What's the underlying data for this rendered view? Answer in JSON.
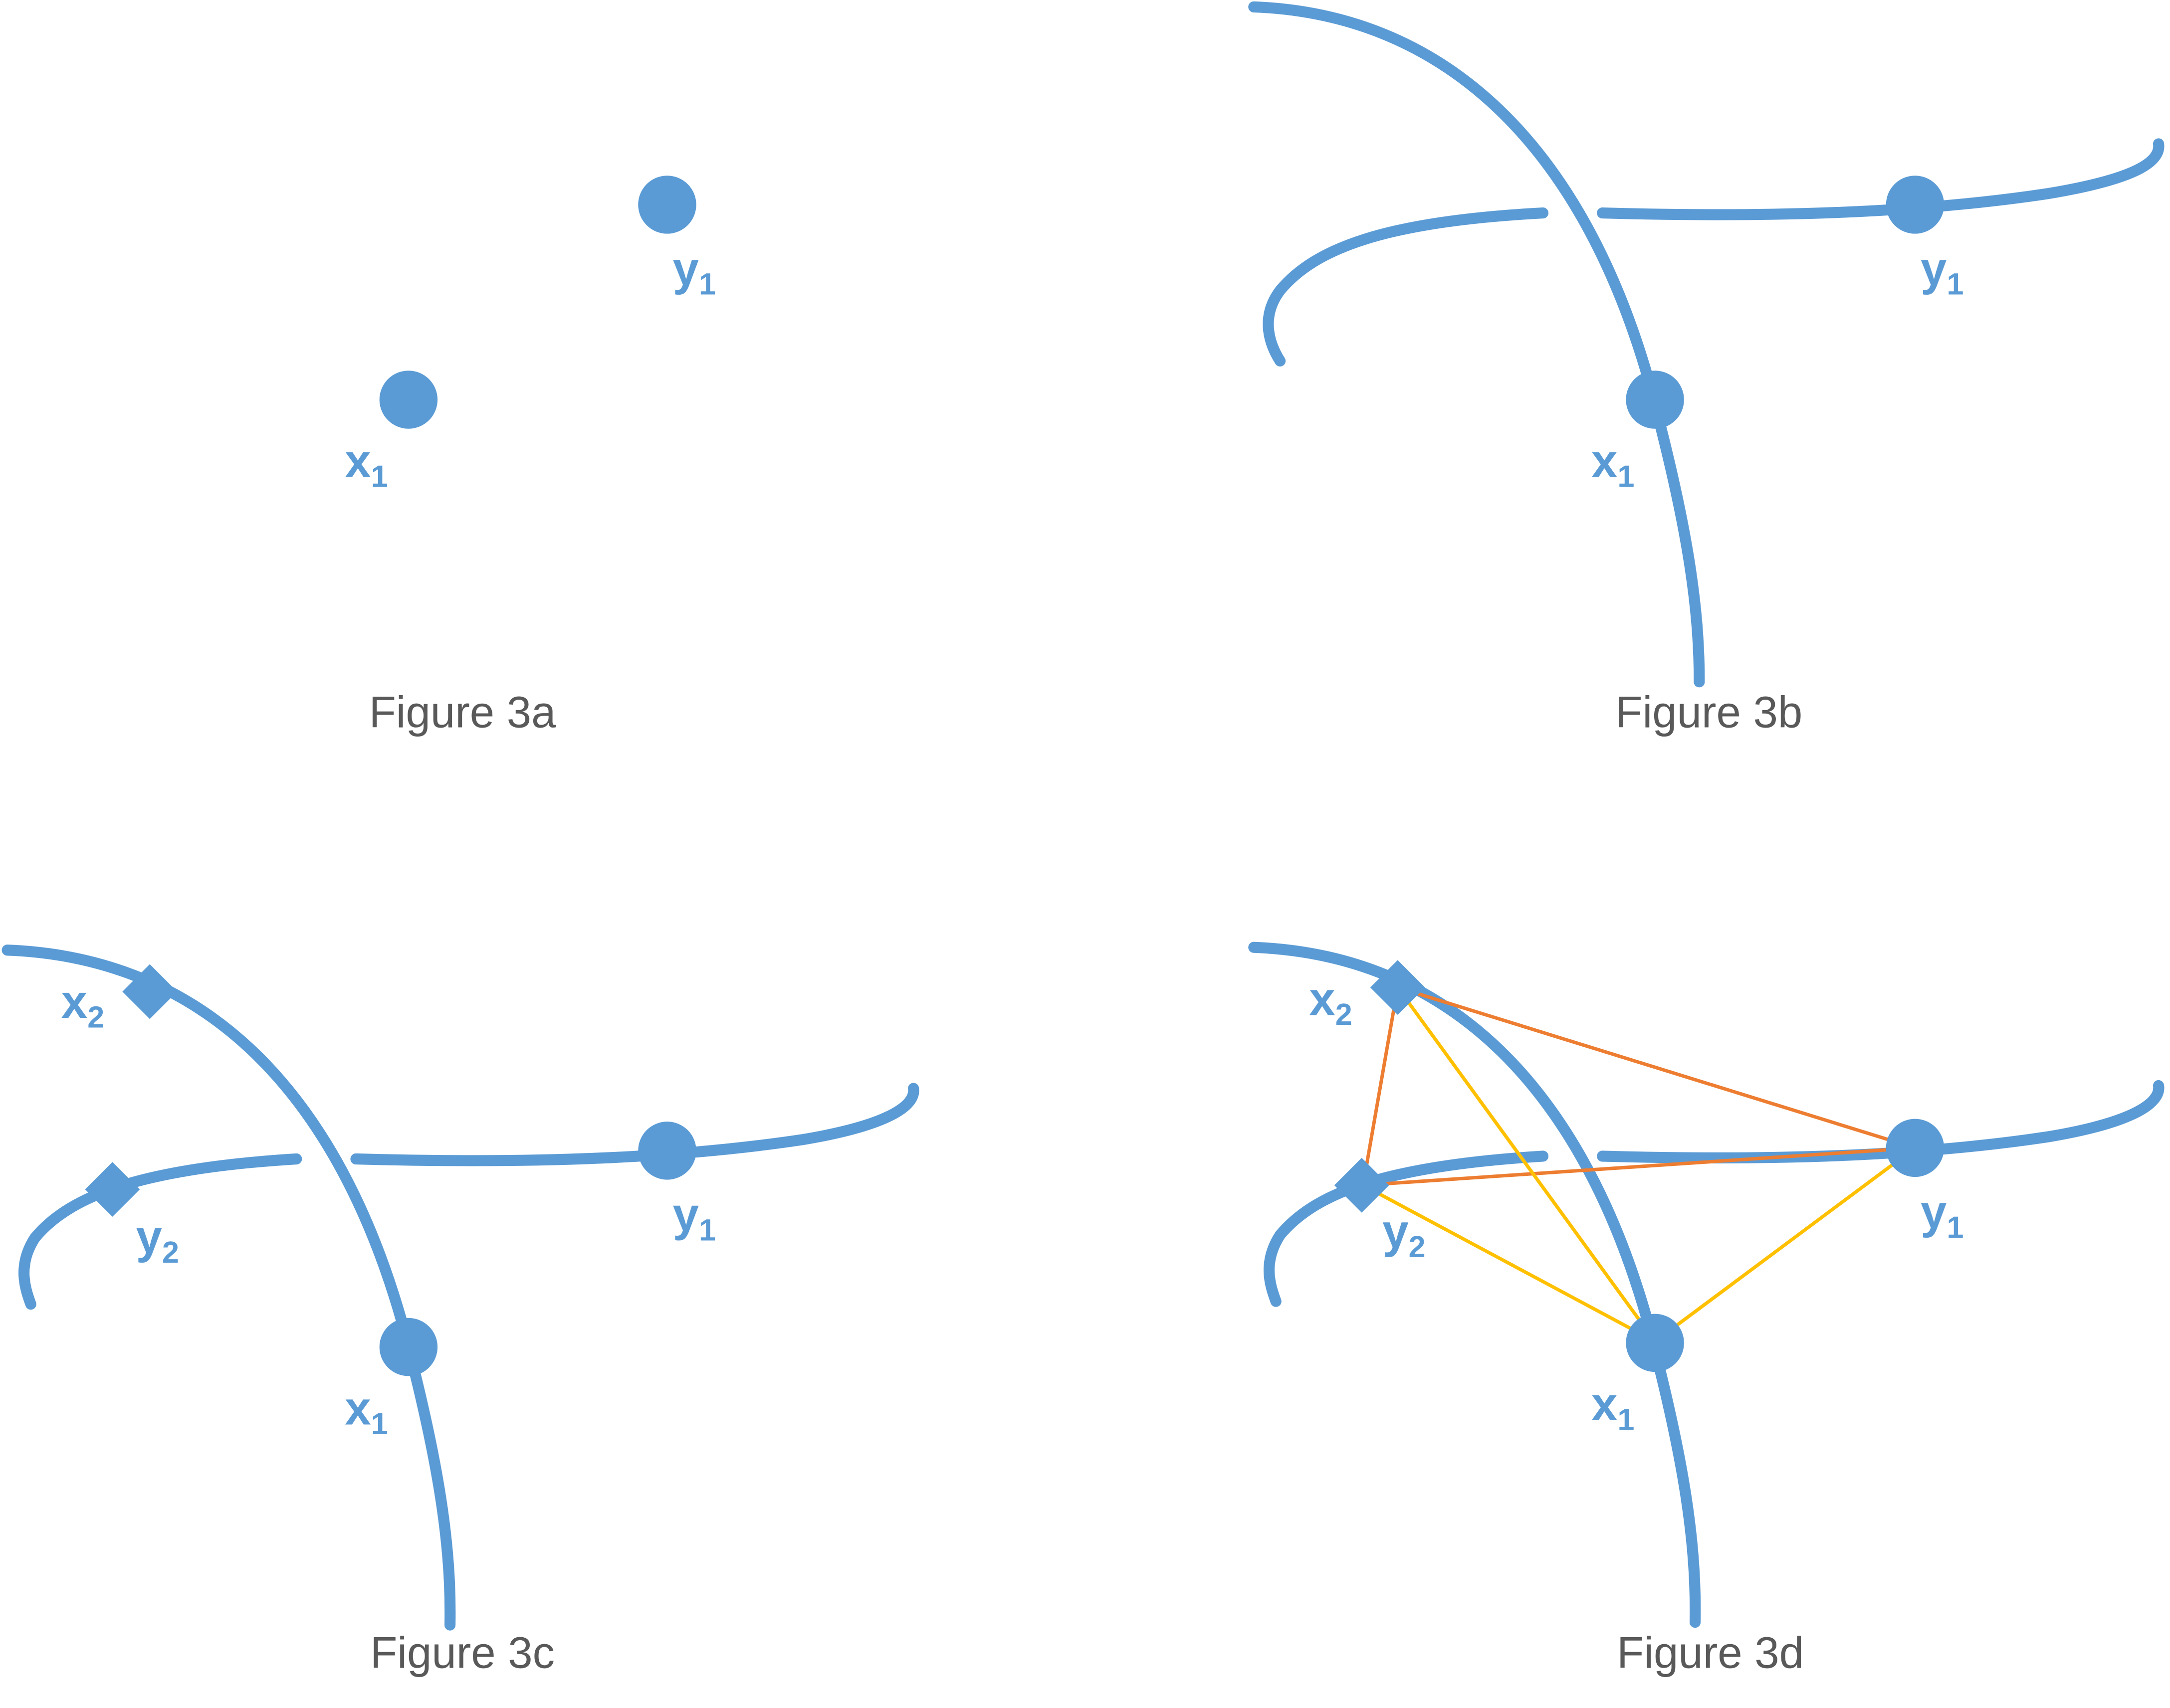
{
  "figures": {
    "a": {
      "caption": "Figure 3a",
      "x1": {
        "base": "x",
        "sub": "1"
      },
      "y1": {
        "base": "y",
        "sub": "1"
      }
    },
    "b": {
      "caption": "Figure 3b",
      "x1": {
        "base": "x",
        "sub": "1"
      },
      "y1": {
        "base": "y",
        "sub": "1"
      }
    },
    "c": {
      "caption": "Figure 3c",
      "x1": {
        "base": "x",
        "sub": "1"
      },
      "y1": {
        "base": "y",
        "sub": "1"
      },
      "x2": {
        "base": "x",
        "sub": "2"
      },
      "y2": {
        "base": "y",
        "sub": "2"
      }
    },
    "d": {
      "caption": "Figure 3d",
      "x1": {
        "base": "x",
        "sub": "1"
      },
      "y1": {
        "base": "y",
        "sub": "1"
      },
      "x2": {
        "base": "x",
        "sub": "2"
      },
      "y2": {
        "base": "y",
        "sub": "2"
      }
    }
  },
  "colors": {
    "curve": "#5b9bd5",
    "caption": "#595959",
    "edge_orange": "#ed7d31",
    "edge_yellow": "#ffc000"
  },
  "icons": {
    "round_point": "circle",
    "square_point": "diamond"
  }
}
